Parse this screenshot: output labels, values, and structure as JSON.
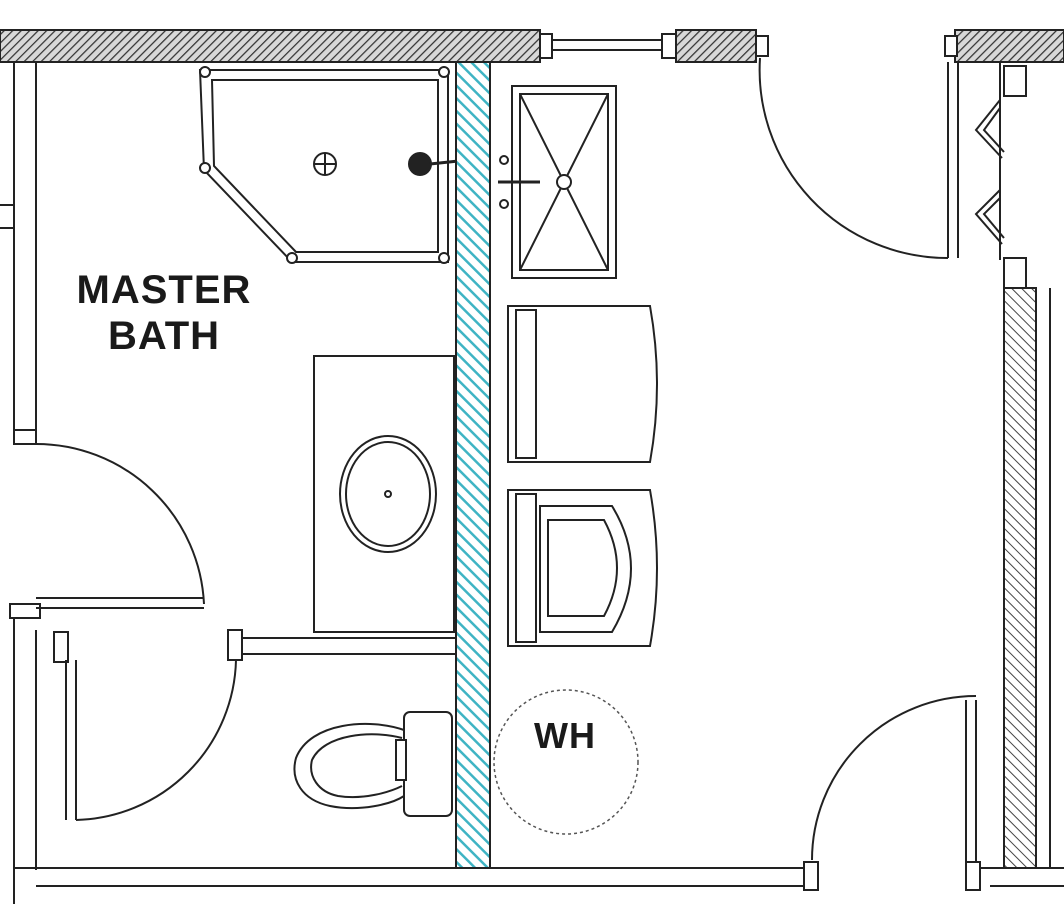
{
  "labels": {
    "master_bath_line1": "MASTER",
    "master_bath_line2": "BATH",
    "water_heater": "WH"
  },
  "colors": {
    "line": "#2a2a2a",
    "wet_wall_fill": "#3fb4c4",
    "wall_hatch": "#555555",
    "background": "#ffffff"
  },
  "fixtures": [
    "shower",
    "vanity-sink",
    "toilet",
    "utility-sink",
    "dryer",
    "washer",
    "water-heater",
    "closet"
  ]
}
